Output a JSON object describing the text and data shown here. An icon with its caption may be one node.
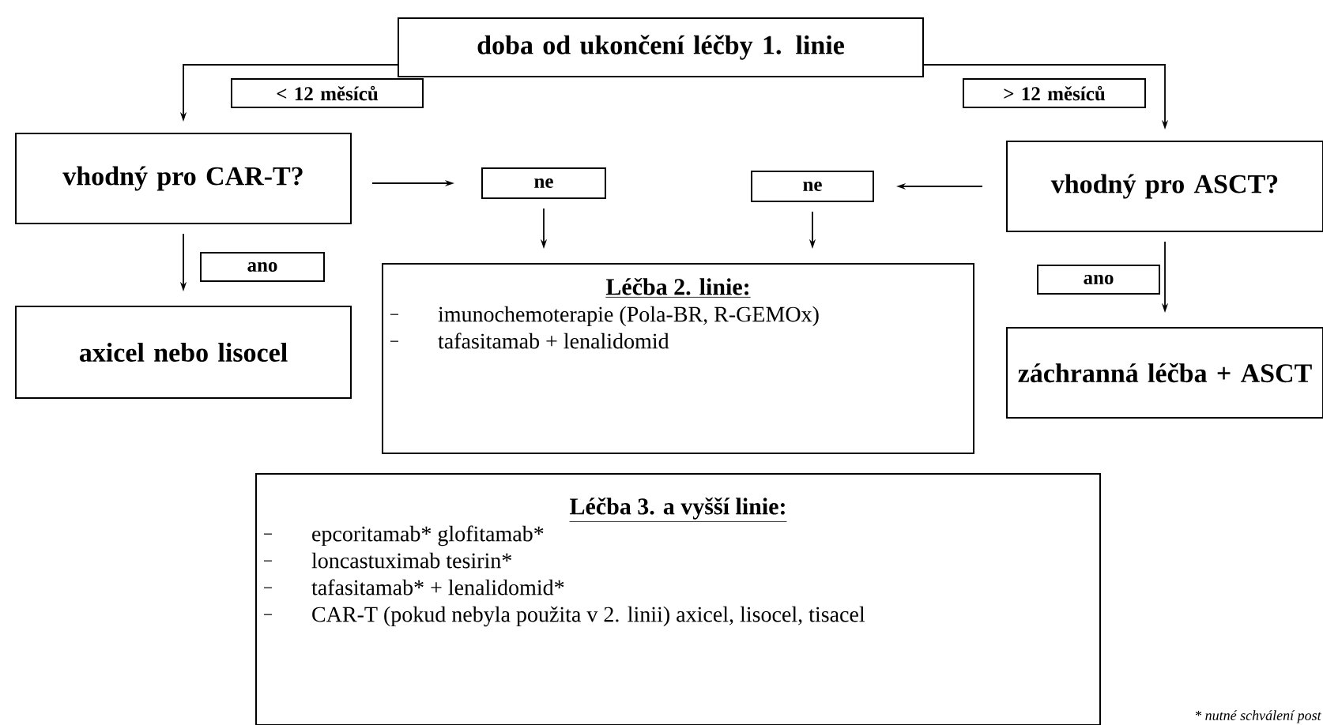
{
  "diagram": {
    "nodes": [
      {
        "text": [
          "doba od ukončení léčby 1. linie"
        ]
      },
      {
        "text": [
          "< 12 měsíců"
        ]
      },
      {
        "text": [
          "> 12 měsíců"
        ]
      },
      {
        "text": [
          "vhodný pro CAR-T?"
        ]
      },
      {
        "text": [
          "vhodný pro ASCT?"
        ]
      },
      {
        "text": [
          "ne"
        ]
      },
      {
        "text": [
          "ne"
        ]
      },
      {
        "text": [
          "ano"
        ]
      },
      {
        "text": [
          "ano"
        ]
      },
      {
        "text": [
          "axicel nebo lisocel"
        ]
      },
      {
        "text": [
          "Léčba 2. linie:",
          "imunochemoterapie (Pola-BR, R-GEMOx)",
          "tafasitamab + lenalidomid"
        ]
      },
      {
        "text": [
          "záchranná léčba + ASCT"
        ]
      },
      {
        "text": [
          "Léčba 3. a vyšší linie:",
          "epcoritamab* glofitamab*",
          "loncastuximab tesirin*",
          "tafasitamab* + lenalidomid*",
          "CAR-T (pokud nebyla použita v 2. linii) axicel, lisocel, tisacel"
        ]
      }
    ],
    "edges": [
      {
        "from": 0,
        "to": 3,
        "arrow": "to"
      },
      {
        "from": 0,
        "to": 4,
        "arrow": "to"
      },
      {
        "from": 3,
        "to": 5,
        "arrow": "to"
      },
      {
        "from": 4,
        "to": 6,
        "arrow": "to"
      },
      {
        "from": 5,
        "to": 10,
        "arrow": "to"
      },
      {
        "from": 6,
        "to": 10,
        "arrow": "to"
      },
      {
        "from": 3,
        "to": 9,
        "arrow": "to"
      },
      {
        "from": 4,
        "to": 11,
        "arrow": "to"
      }
    ],
    "labels": [
      "* nutné schválení post"
    ]
  }
}
